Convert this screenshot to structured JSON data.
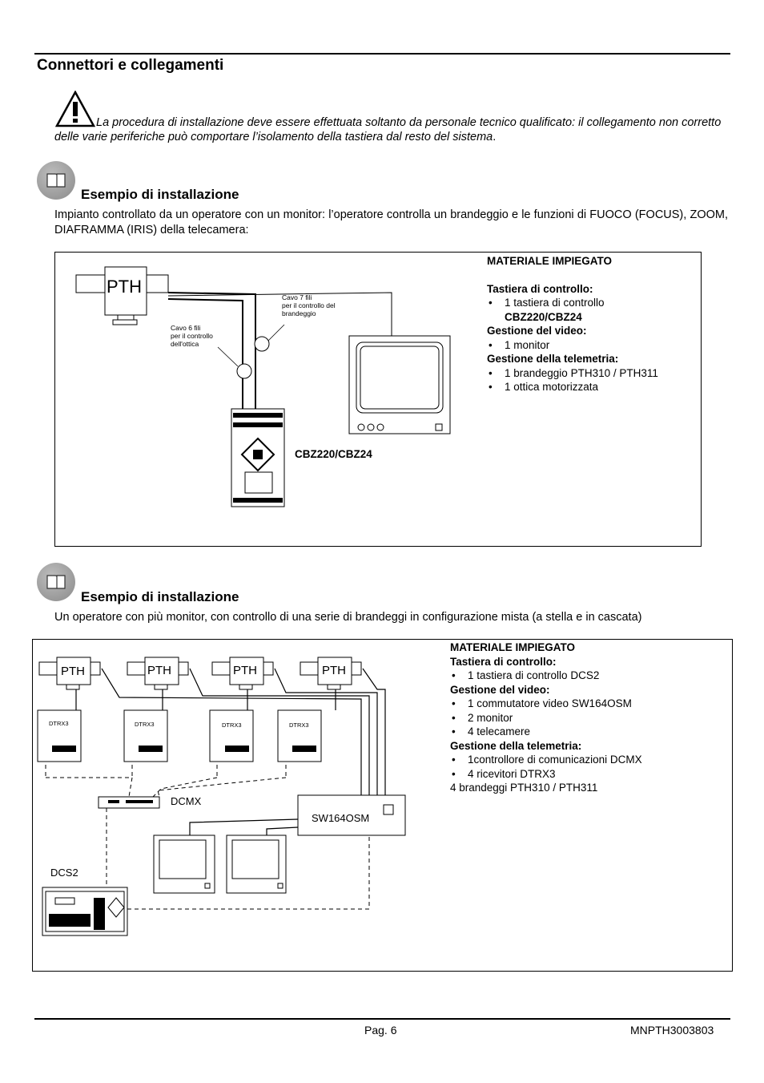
{
  "section_title": "Connettori e collegamenti",
  "warning": "La procedura di installazione deve essere effettuata soltanto da personale tecnico qualificato: il collegamento non corretto delle varie periferiche può comportare l’isolamento della tastiera dal resto del sistema",
  "warning_end": ".",
  "example1": {
    "title": "Esempio di installazione",
    "text": "Impianto controllato da un operatore con un monitor: l’operatore controlla un brandeggio e le funzioni di FUOCO (FOCUS), ZOOM, DIAFRAMMA (IRIS) della telecamera:",
    "pth_label": "PTH",
    "cable7": [
      "Cavo 7 fili",
      "per il controllo del",
      "brandeggio"
    ],
    "cable6": [
      "Cavo 6 fili",
      "per il controllo",
      "dell'ottica"
    ],
    "keyboard_label": "CBZ220/CBZ24",
    "materials": {
      "title": "MATERIALE IMPIEGATO",
      "g1": "Tastiera di controllo:",
      "g1_items": [
        "1 tastiera di controllo"
      ],
      "g1_bold": "CBZ220/CBZ24",
      "g2": "Gestione del video:",
      "g2_items": [
        "1 monitor"
      ],
      "g3": "Gestione della telemetria:",
      "g3_items": [
        "1 brandeggio PTH310 / PTH311",
        "1 ottica motorizzata"
      ]
    }
  },
  "example2": {
    "title": "Esempio di installazione",
    "text": "Un operatore con più monitor, con controllo di una serie di brandeggi in configurazione mista (a stella e in cascata)",
    "pth_labels": [
      "PTH",
      "PTH",
      "PTH",
      "PTH"
    ],
    "receiver_labels": [
      "DTRX3",
      "DTRX3",
      "DTRX3",
      "DTRX3"
    ],
    "dcmx_label": "DCMX",
    "switch_label": "SW164OSM",
    "dcs2_label": "DCS2",
    "materials": {
      "title": "MATERIALE IMPIEGATO",
      "g1": "Tastiera di controllo:",
      "g1_items": [
        "1 tastiera di controllo DCS2"
      ],
      "g2": "Gestione del video:",
      "g2_items": [
        "1 commutatore video SW164OSM",
        "2 monitor",
        "4 telecamere"
      ],
      "g3": "Gestione della telemetria:",
      "g3_items": [
        "1controllore di comunicazioni DCMX",
        "4 ricevitori DTRX3"
      ],
      "g3_extra": "4 brandeggi PTH310 / PTH311"
    }
  },
  "footer": {
    "page": "Pag. 6",
    "code": "MNPTH3003803"
  }
}
